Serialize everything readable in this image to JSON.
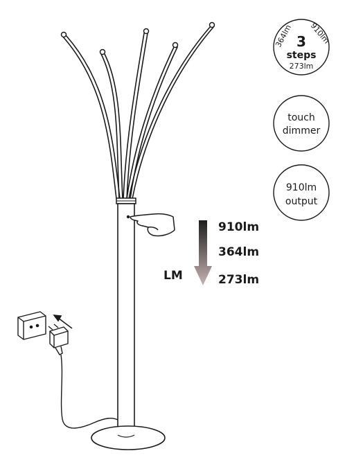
{
  "badges": {
    "steps": {
      "number": "3",
      "word": "steps",
      "arc_left": "364lm",
      "arc_right": "910lm",
      "bottom": "273lm"
    },
    "touch_dimmer": {
      "line1": "touch",
      "line2": "dimmer"
    },
    "output": {
      "line1": "910lm",
      "line2": "output"
    }
  },
  "dimming": {
    "axis_label": "LM",
    "levels": [
      "910lm",
      "364lm",
      "273lm"
    ]
  },
  "colors": {
    "line": "#1a1a1a",
    "arrow_top": "#1e1e1e",
    "arrow_bottom": "#c9b3b3"
  }
}
